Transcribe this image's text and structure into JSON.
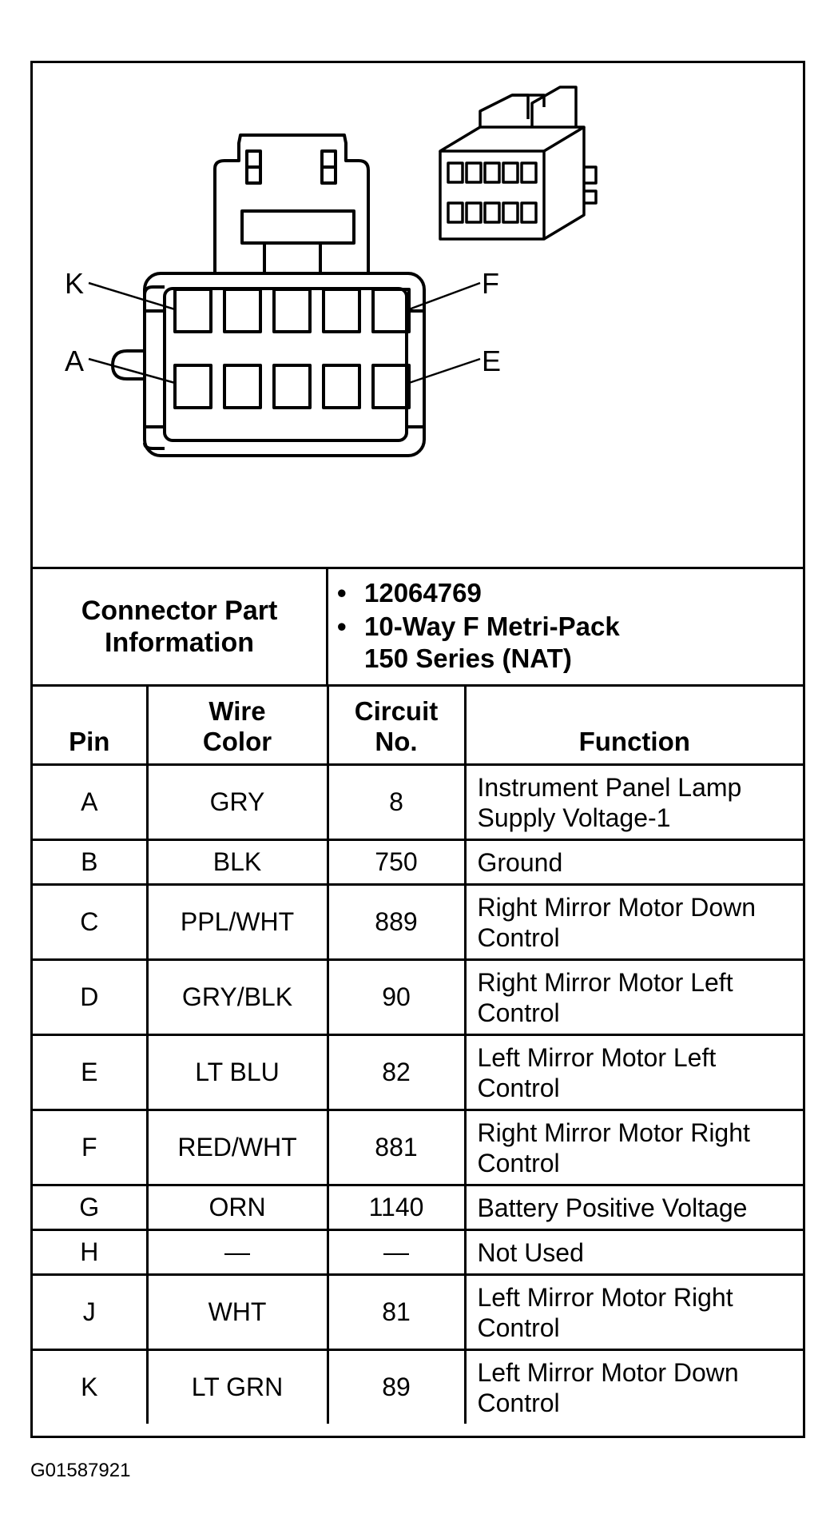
{
  "diagram": {
    "pin_labels": {
      "top_left": "K",
      "top_right": "F",
      "bottom_left": "A",
      "bottom_right": "E"
    }
  },
  "connector_info": {
    "label": "Connector Part\nInformation",
    "items": [
      "12064769",
      "10-Way F Metri-Pack\n150 Series (NAT)"
    ]
  },
  "table": {
    "headers": [
      "Pin",
      "Wire\nColor",
      "Circuit\nNo.",
      "Function"
    ],
    "rows": [
      {
        "pin": "A",
        "wire_color": "GRY",
        "circuit": "8",
        "function": "Instrument Panel Lamp\nSupply Voltage-1"
      },
      {
        "pin": "B",
        "wire_color": "BLK",
        "circuit": "750",
        "function": "Ground"
      },
      {
        "pin": "C",
        "wire_color": "PPL/WHT",
        "circuit": "889",
        "function": "Right Mirror Motor Down\nControl"
      },
      {
        "pin": "D",
        "wire_color": "GRY/BLK",
        "circuit": "90",
        "function": "Right Mirror Motor Left\nControl"
      },
      {
        "pin": "E",
        "wire_color": "LT BLU",
        "circuit": "82",
        "function": "Left Mirror Motor Left\nControl"
      },
      {
        "pin": "F",
        "wire_color": "RED/WHT",
        "circuit": "881",
        "function": "Right Mirror Motor Right\nControl"
      },
      {
        "pin": "G",
        "wire_color": "ORN",
        "circuit": "1140",
        "function": "Battery Positive Voltage"
      },
      {
        "pin": "H",
        "wire_color": "—",
        "circuit": "—",
        "function": "Not Used"
      },
      {
        "pin": "J",
        "wire_color": "WHT",
        "circuit": "81",
        "function": "Left Mirror Motor Right\nControl"
      },
      {
        "pin": "K",
        "wire_color": "LT GRN",
        "circuit": "89",
        "function": "Left Mirror Motor Down\nControl"
      }
    ]
  },
  "figure_id": "G01587921"
}
